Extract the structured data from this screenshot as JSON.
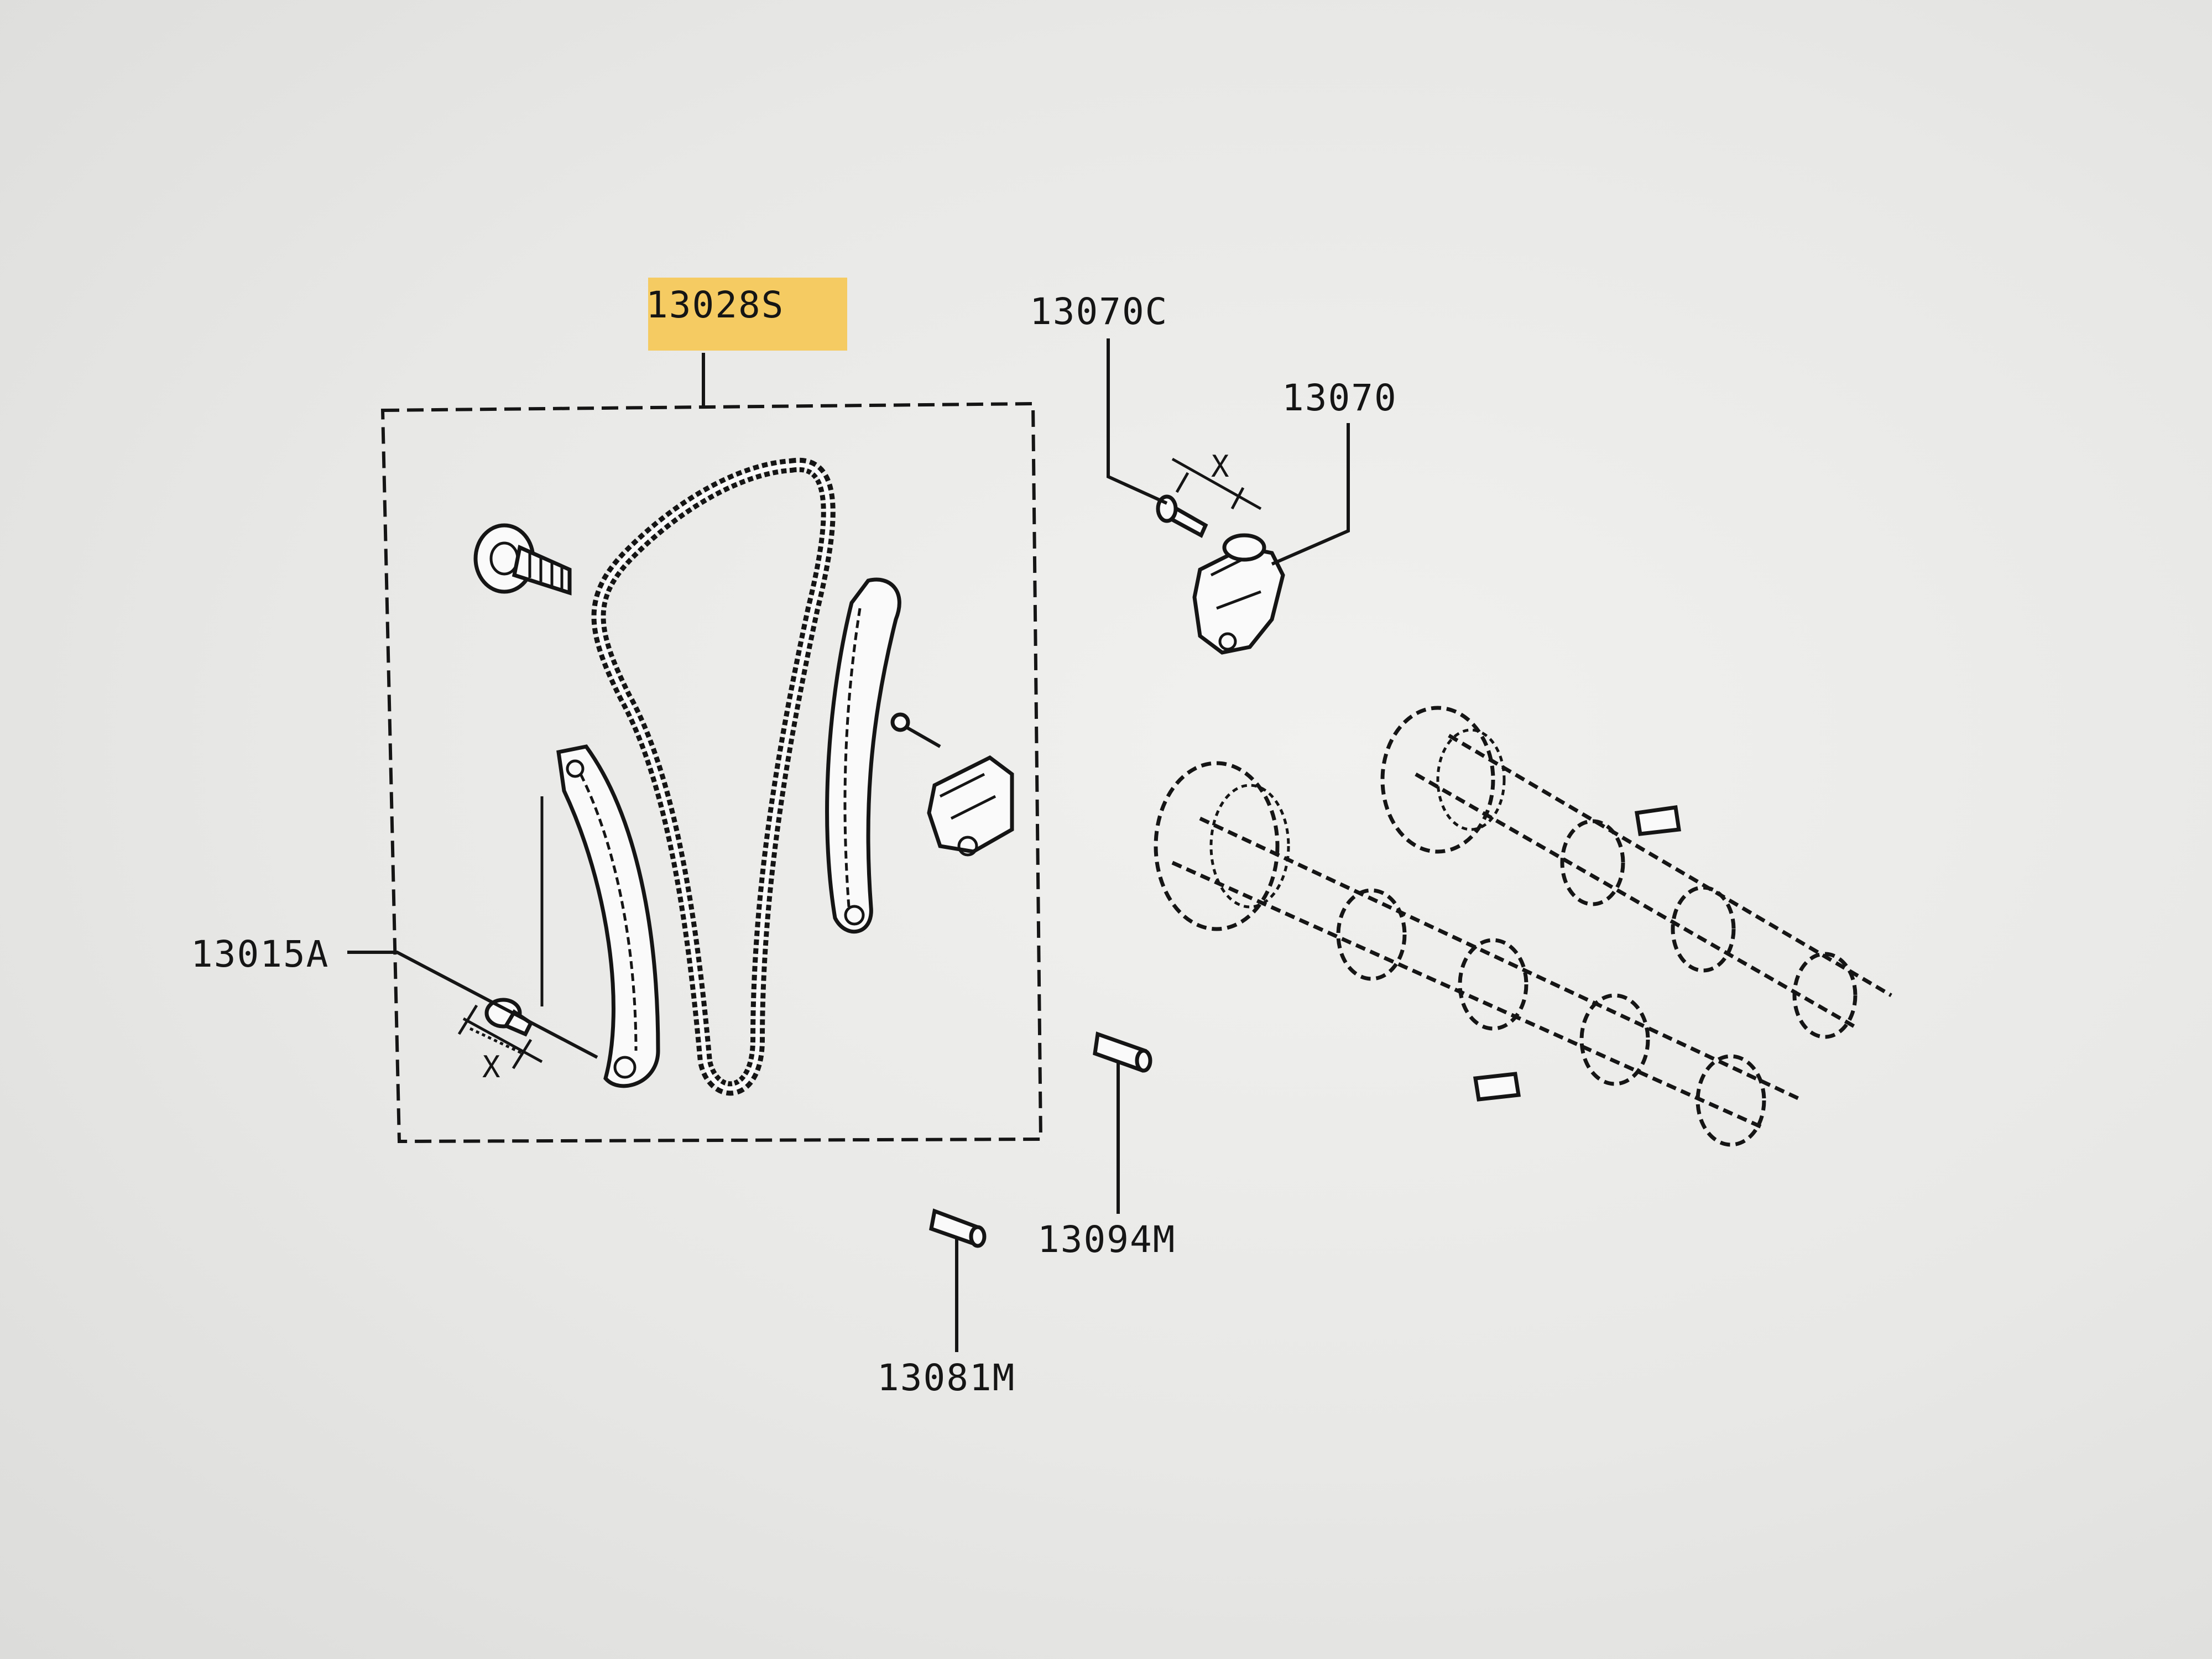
{
  "labels": {
    "timing_chain_kit": "13028S",
    "camshaft_sprocket_bolt": "13070C",
    "camshaft_sprocket": "13070",
    "chain_guide": "13015A",
    "dowel_pin_upper": "13094M",
    "dowel_pin_lower": "13081M"
  },
  "torque_mark": "X",
  "colors": {
    "highlight": "#f7c64a",
    "ink": "#151515",
    "background": "#ececea"
  }
}
